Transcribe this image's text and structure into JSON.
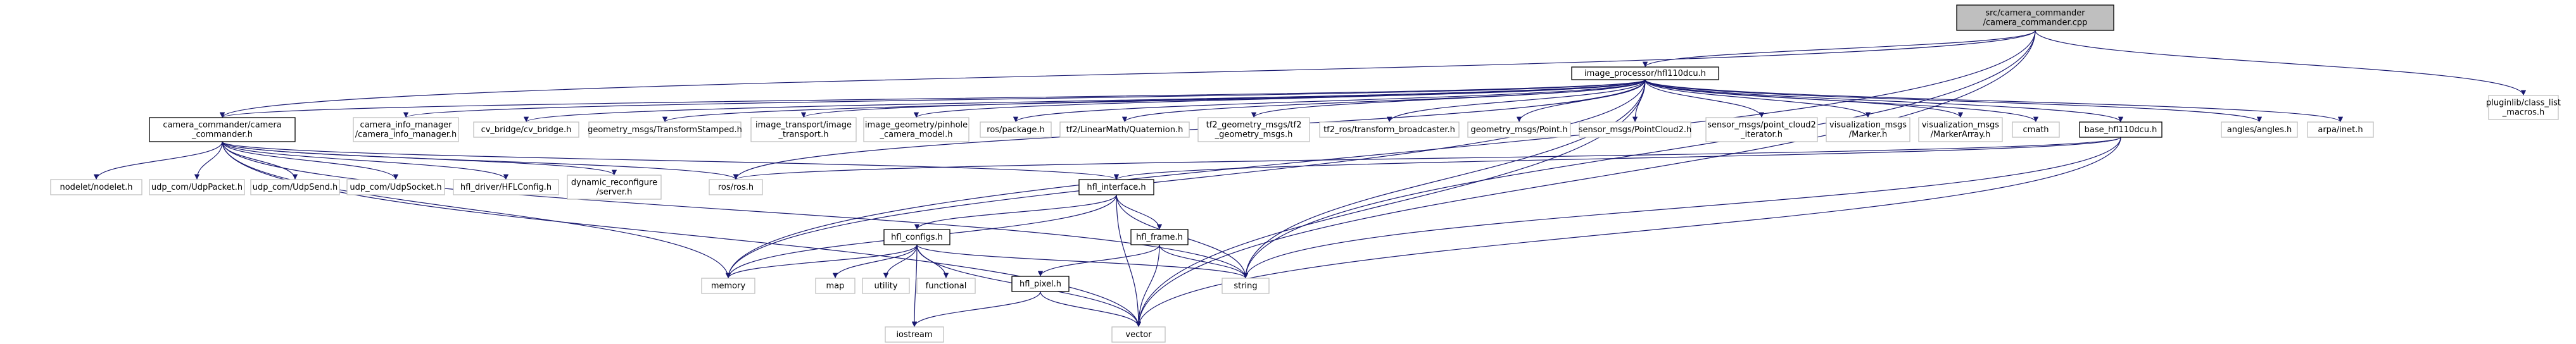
{
  "colors": {
    "edge": "#191970",
    "root_fill": "#bfbfbf",
    "root_stroke": "#000000",
    "project_stroke": "#000000",
    "external_stroke": "#bfbfbf",
    "fill": "#ffffff",
    "text": "#000000"
  },
  "nodes": [
    {
      "id": "root",
      "kind": "root",
      "lines": [
        "src/camera_commander",
        "/camera_commander.cpp"
      ]
    },
    {
      "id": "image_processor",
      "kind": "project",
      "lines": [
        "image_processor/hfl110dcu.h"
      ]
    },
    {
      "id": "pluginlib",
      "kind": "external",
      "lines": [
        "pluginlib/class_list",
        "_macros.h"
      ]
    },
    {
      "id": "cc_h",
      "kind": "project",
      "lines": [
        "camera_commander/camera",
        "_commander.h"
      ]
    },
    {
      "id": "cam_info",
      "kind": "external",
      "lines": [
        "camera_info_manager",
        "/camera_info_manager.h"
      ]
    },
    {
      "id": "cv_bridge",
      "kind": "external",
      "lines": [
        "cv_bridge/cv_bridge.h"
      ]
    },
    {
      "id": "geom_tf",
      "kind": "external",
      "lines": [
        "geometry_msgs/TransformStamped.h"
      ]
    },
    {
      "id": "img_transport",
      "kind": "external",
      "lines": [
        "image_transport/image",
        "_transport.h"
      ]
    },
    {
      "id": "pinhole",
      "kind": "external",
      "lines": [
        "image_geometry/pinhole",
        "_camera_model.h"
      ]
    },
    {
      "id": "ros_package",
      "kind": "external",
      "lines": [
        "ros/package.h"
      ]
    },
    {
      "id": "quaternion",
      "kind": "external",
      "lines": [
        "tf2/LinearMath/Quaternion.h"
      ]
    },
    {
      "id": "tf2_geom",
      "kind": "external",
      "lines": [
        "tf2_geometry_msgs/tf2",
        "_geometry_msgs.h"
      ]
    },
    {
      "id": "tf2_ros",
      "kind": "external",
      "lines": [
        "tf2_ros/transform_broadcaster.h"
      ]
    },
    {
      "id": "geom_point",
      "kind": "external",
      "lines": [
        "geometry_msgs/Point.h"
      ]
    },
    {
      "id": "pointcloud2",
      "kind": "external",
      "lines": [
        "sensor_msgs/PointCloud2.h"
      ]
    },
    {
      "id": "pc2_iter",
      "kind": "external",
      "lines": [
        "sensor_msgs/point_cloud2",
        "_iterator.h"
      ]
    },
    {
      "id": "marker",
      "kind": "external",
      "lines": [
        "visualization_msgs",
        "/Marker.h"
      ]
    },
    {
      "id": "marker_array",
      "kind": "external",
      "lines": [
        "visualization_msgs",
        "/MarkerArray.h"
      ]
    },
    {
      "id": "cmath",
      "kind": "external",
      "lines": [
        "cmath"
      ]
    },
    {
      "id": "base_hfl",
      "kind": "project",
      "lines": [
        "base_hfl110dcu.h"
      ]
    },
    {
      "id": "angles",
      "kind": "external",
      "lines": [
        "angles/angles.h"
      ]
    },
    {
      "id": "arpa",
      "kind": "external",
      "lines": [
        "arpa/inet.h"
      ]
    },
    {
      "id": "nodelet",
      "kind": "external",
      "lines": [
        "nodelet/nodelet.h"
      ]
    },
    {
      "id": "udp_packet",
      "kind": "external",
      "lines": [
        "udp_com/UdpPacket.h"
      ]
    },
    {
      "id": "udp_send",
      "kind": "external",
      "lines": [
        "udp_com/UdpSend.h"
      ]
    },
    {
      "id": "udp_socket",
      "kind": "external",
      "lines": [
        "udp_com/UdpSocket.h"
      ]
    },
    {
      "id": "hflconfig",
      "kind": "external",
      "lines": [
        "hfl_driver/HFLConfig.h"
      ]
    },
    {
      "id": "dyn_reconf",
      "kind": "external",
      "lines": [
        "dynamic_reconfigure",
        "/server.h"
      ]
    },
    {
      "id": "ros_h",
      "kind": "external",
      "lines": [
        "ros/ros.h"
      ]
    },
    {
      "id": "hfl_interface",
      "kind": "project",
      "lines": [
        "hfl_interface.h"
      ]
    },
    {
      "id": "hfl_configs",
      "kind": "project",
      "lines": [
        "hfl_configs.h"
      ]
    },
    {
      "id": "hfl_frame",
      "kind": "project",
      "lines": [
        "hfl_frame.h"
      ]
    },
    {
      "id": "hfl_pixel",
      "kind": "project",
      "lines": [
        "hfl_pixel.h"
      ]
    },
    {
      "id": "memory",
      "kind": "external",
      "lines": [
        "memory"
      ]
    },
    {
      "id": "map",
      "kind": "external",
      "lines": [
        "map"
      ]
    },
    {
      "id": "utility",
      "kind": "external",
      "lines": [
        "utility"
      ]
    },
    {
      "id": "functional",
      "kind": "external",
      "lines": [
        "functional"
      ]
    },
    {
      "id": "string",
      "kind": "external",
      "lines": [
        "string"
      ]
    },
    {
      "id": "iostream",
      "kind": "external",
      "lines": [
        "iostream"
      ]
    },
    {
      "id": "vector",
      "kind": "external",
      "lines": [
        "vector"
      ]
    }
  ],
  "edges": [
    [
      "root",
      "image_processor"
    ],
    [
      "root",
      "pluginlib"
    ],
    [
      "root",
      "cc_h"
    ],
    [
      "root",
      "memory"
    ],
    [
      "root",
      "string"
    ],
    [
      "root",
      "vector"
    ],
    [
      "image_processor",
      "cc_h"
    ],
    [
      "image_processor",
      "cam_info"
    ],
    [
      "image_processor",
      "cv_bridge"
    ],
    [
      "image_processor",
      "geom_tf"
    ],
    [
      "image_processor",
      "img_transport"
    ],
    [
      "image_processor",
      "pinhole"
    ],
    [
      "image_processor",
      "ros_package"
    ],
    [
      "image_processor",
      "quaternion"
    ],
    [
      "image_processor",
      "tf2_geom"
    ],
    [
      "image_processor",
      "tf2_ros"
    ],
    [
      "image_processor",
      "geom_point"
    ],
    [
      "image_processor",
      "pointcloud2"
    ],
    [
      "image_processor",
      "pc2_iter"
    ],
    [
      "image_processor",
      "marker"
    ],
    [
      "image_processor",
      "marker_array"
    ],
    [
      "image_processor",
      "cmath"
    ],
    [
      "image_processor",
      "base_hfl"
    ],
    [
      "image_processor",
      "angles"
    ],
    [
      "image_processor",
      "arpa"
    ],
    [
      "image_processor",
      "memory"
    ],
    [
      "image_processor",
      "string"
    ],
    [
      "image_processor",
      "vector"
    ],
    [
      "image_processor",
      "ros_h"
    ],
    [
      "cc_h",
      "nodelet"
    ],
    [
      "cc_h",
      "udp_packet"
    ],
    [
      "cc_h",
      "udp_send"
    ],
    [
      "cc_h",
      "udp_socket"
    ],
    [
      "cc_h",
      "hflconfig"
    ],
    [
      "cc_h",
      "dyn_reconf"
    ],
    [
      "cc_h",
      "ros_h"
    ],
    [
      "cc_h",
      "hfl_interface"
    ],
    [
      "cc_h",
      "memory"
    ],
    [
      "cc_h",
      "string"
    ],
    [
      "cc_h",
      "vector"
    ],
    [
      "base_hfl",
      "hfl_interface"
    ],
    [
      "base_hfl",
      "ros_h"
    ],
    [
      "base_hfl",
      "string"
    ],
    [
      "base_hfl",
      "vector"
    ],
    [
      "hfl_interface",
      "hfl_configs"
    ],
    [
      "hfl_interface",
      "hfl_frame"
    ],
    [
      "hfl_interface",
      "memory"
    ],
    [
      "hfl_interface",
      "string"
    ],
    [
      "hfl_interface",
      "vector"
    ],
    [
      "hfl_configs",
      "memory"
    ],
    [
      "hfl_configs",
      "map"
    ],
    [
      "hfl_configs",
      "utility"
    ],
    [
      "hfl_configs",
      "functional"
    ],
    [
      "hfl_configs",
      "string"
    ],
    [
      "hfl_configs",
      "vector"
    ],
    [
      "hfl_configs",
      "iostream"
    ],
    [
      "hfl_frame",
      "hfl_pixel"
    ],
    [
      "hfl_frame",
      "string"
    ],
    [
      "hfl_frame",
      "vector"
    ],
    [
      "hfl_pixel",
      "iostream"
    ],
    [
      "hfl_pixel",
      "vector"
    ]
  ]
}
